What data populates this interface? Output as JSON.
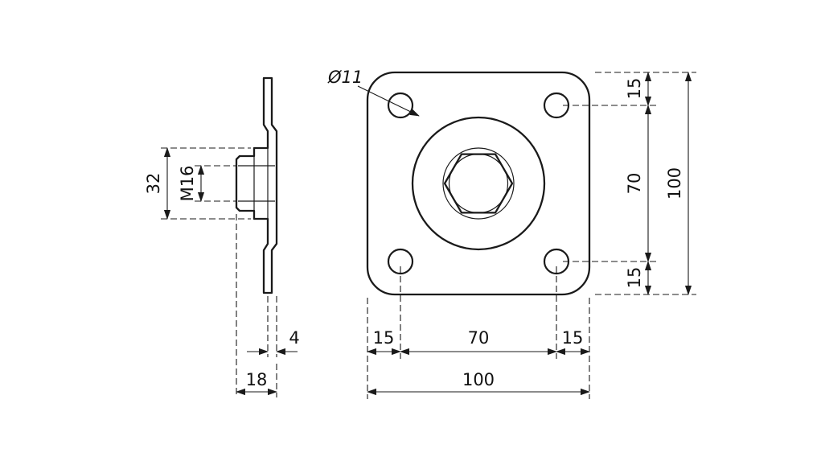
{
  "drawing": {
    "description": "Two-view technical drawing of a square mounting plate with welded M16 nut and four corner holes",
    "labels": {
      "hole_dia": "Ø11",
      "thread": "M16",
      "nut_height": "32",
      "plate_thickness": "4",
      "total_depth": "18",
      "v_top": "15",
      "v_mid": "70",
      "v_bottom": "15",
      "v_total": "100",
      "h_left": "15",
      "h_mid": "70",
      "h_right": "15",
      "h_total": "100"
    },
    "colors": {
      "line": "#1a1a1a",
      "plate_fill": "#e9e9e9",
      "background": "#ffffff"
    }
  }
}
